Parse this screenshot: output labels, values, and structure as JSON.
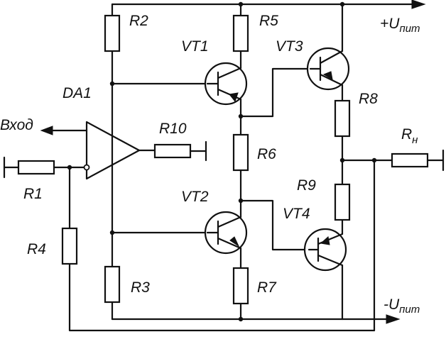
{
  "labels": {
    "r1": "R1",
    "r2": "R2",
    "r3": "R3",
    "r4": "R4",
    "r5": "R5",
    "r6": "R6",
    "r7": "R7",
    "r8": "R8",
    "r9": "R9",
    "r10": "R10",
    "rn_main": "R",
    "rn_sub": "н",
    "vt1": "VT1",
    "vt2": "VT2",
    "vt3": "VT3",
    "vt4": "VT4",
    "da1": "DA1",
    "output": "Вход",
    "vplus_prefix": "+U",
    "vplus_sub": "пит",
    "vminus_prefix": "-U",
    "vminus_sub": "пит"
  }
}
